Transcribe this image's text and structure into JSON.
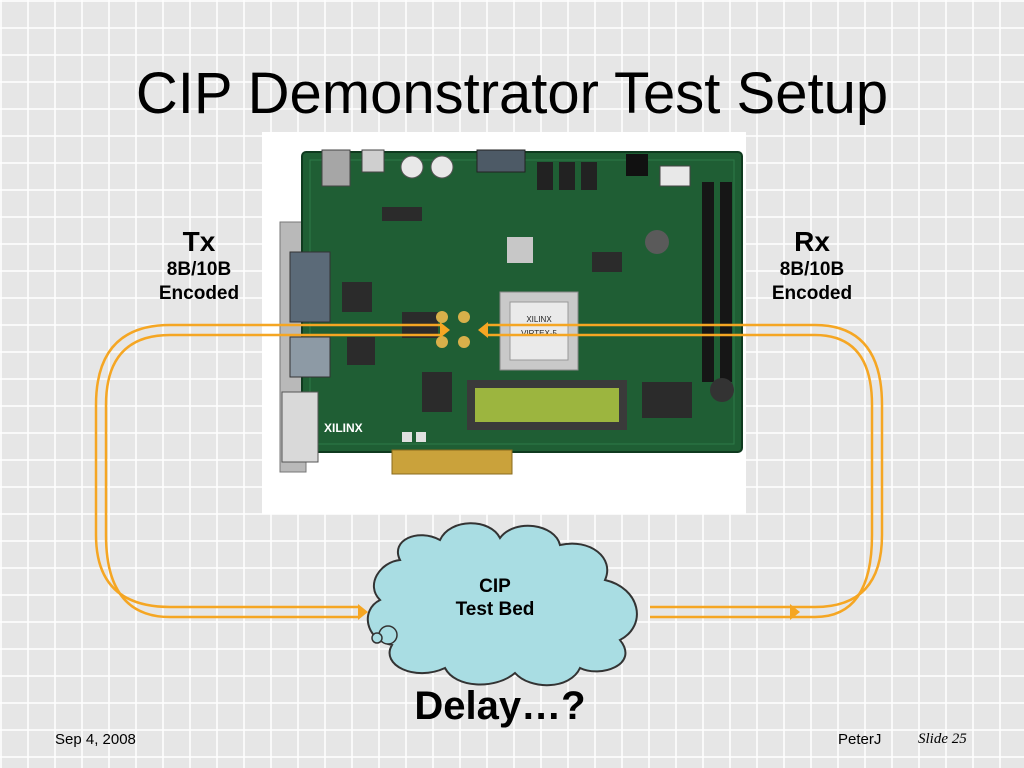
{
  "slide": {
    "title": "CIP Demonstrator Test Setup",
    "tx": {
      "name": "Tx",
      "line1": "8B/10B",
      "line2": "Encoded"
    },
    "rx": {
      "name": "Rx",
      "line1": "8B/10B",
      "line2": "Encoded"
    },
    "cloud": {
      "line1": "CIP",
      "line2": "Test Bed"
    },
    "delay": "Delay…?",
    "footer": {
      "date": "Sep 4, 2008",
      "author": "PeterJ",
      "slide_number": "Slide 25"
    }
  },
  "board_labels": {
    "vendor": "XILINX",
    "chip": "VIRTEX-5"
  },
  "colors": {
    "cable": "#f5a623",
    "cloud_fill": "#a9dde3",
    "cloud_stroke": "#333333",
    "pcb": "#1f5e34"
  }
}
